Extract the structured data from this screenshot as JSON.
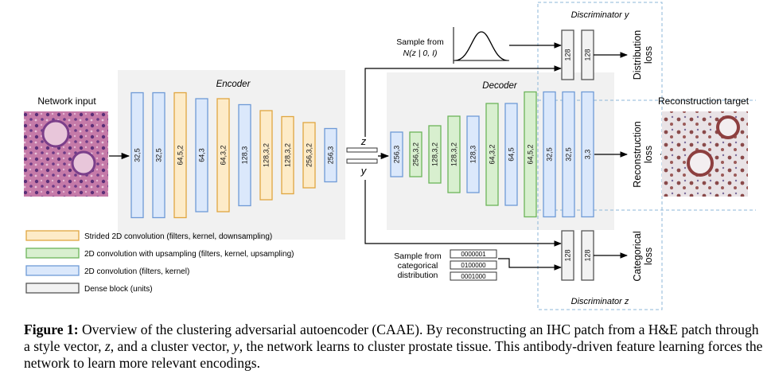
{
  "labels": {
    "encoder": "Encoder",
    "decoder": "Decoder",
    "network_input": "Network input",
    "reconstruction_target": "Reconstruction target",
    "disc_y": "Discriminator y",
    "disc_z": "Discriminator z",
    "z": "z",
    "y": "y",
    "sample_normal_1": "Sample from",
    "sample_normal_2": "N(z | 0, I)",
    "sample_cat_1": "Sample from",
    "sample_cat_2": "categorical",
    "sample_cat_3": "distribution",
    "distribution_loss_1": "Distribution",
    "distribution_loss_2": "loss",
    "reconstruction_loss_1": "Reconstruction",
    "reconstruction_loss_2": "loss",
    "categorical_loss_1": "Categorical",
    "categorical_loss_2": "loss"
  },
  "onehot": [
    "0000001",
    "0100000",
    "0001000"
  ],
  "encoder_blocks": [
    {
      "label": "32,5",
      "type": "conv"
    },
    {
      "label": "32,5",
      "type": "conv"
    },
    {
      "label": "64,5,2",
      "type": "strided"
    },
    {
      "label": "64,3",
      "type": "conv"
    },
    {
      "label": "64,3,2",
      "type": "strided"
    },
    {
      "label": "128,3",
      "type": "conv"
    },
    {
      "label": "128,3,2",
      "type": "strided"
    },
    {
      "label": "128,3,2",
      "type": "strided"
    },
    {
      "label": "256,3,2",
      "type": "strided"
    },
    {
      "label": "256,3",
      "type": "conv"
    }
  ],
  "decoder_blocks": [
    {
      "label": "256,3",
      "type": "conv"
    },
    {
      "label": "256,3,2",
      "type": "upsample"
    },
    {
      "label": "128,3,2",
      "type": "upsample"
    },
    {
      "label": "128,3,2",
      "type": "upsample"
    },
    {
      "label": "128,3",
      "type": "conv"
    },
    {
      "label": "64,3,2",
      "type": "upsample"
    },
    {
      "label": "64,5",
      "type": "conv"
    },
    {
      "label": "64,5,2",
      "type": "upsample"
    },
    {
      "label": "32,5",
      "type": "conv"
    },
    {
      "label": "32,5",
      "type": "conv"
    },
    {
      "label": "3,3",
      "type": "conv"
    }
  ],
  "dense_blocks": [
    "128",
    "128"
  ],
  "legend": [
    {
      "type": "strided",
      "label": "Strided 2D convolution (filters, kernel, downsampling)"
    },
    {
      "type": "upsample",
      "label": "2D convolution with upsampling (filters, kernel, upsampling)"
    },
    {
      "type": "conv",
      "label": "2D convolution (filters, kernel)"
    },
    {
      "type": "dense",
      "label": "Dense block (units)"
    }
  ],
  "colors": {
    "conv_fill": "#dbe8fb",
    "conv_stroke": "#6f9ad6",
    "strided_fill": "#fdebc8",
    "strided_stroke": "#e0a640",
    "upsample_fill": "#d8efcf",
    "upsample_stroke": "#6cb45a",
    "dense_fill": "#f2f2f2",
    "dense_stroke": "#555555",
    "panel": "#f1f1f1",
    "dashed": "#8db7d9"
  },
  "caption": {
    "label": "Figure 1:",
    "p1": " Overview of the clustering adversarial autoencoder (CAAE). By reconstructing an IHC patch from a H&E patch through a style vector, ",
    "v1": "z",
    "p2": ", and a cluster vector, ",
    "v2": "y",
    "p3": ", the network learns to cluster prostate tissue. This antibody-driven feature learning forces the network to learn more relevant encodings."
  }
}
